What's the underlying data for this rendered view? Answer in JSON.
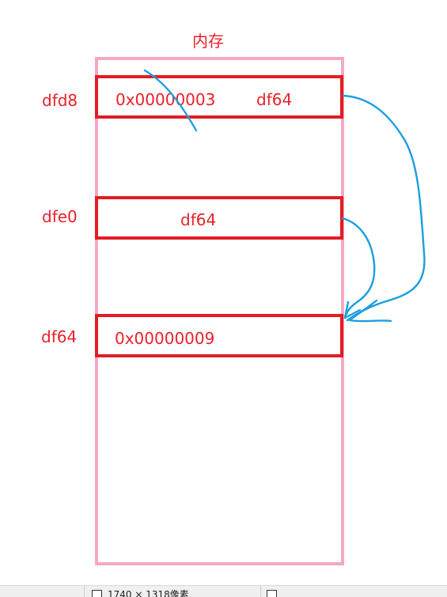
{
  "diagram": {
    "title": "内存",
    "addresses": [
      {
        "label": "dfd8"
      },
      {
        "label": "dfe0"
      },
      {
        "label": "df64"
      }
    ],
    "cells": [
      {
        "value": "0x00000003",
        "pointer": "df64"
      },
      {
        "pointer": "df64"
      },
      {
        "value": "0x00000009"
      }
    ],
    "colors": {
      "memory_border": "#f3a8c4",
      "cell_border": "#e41d25",
      "text": "#e8212a",
      "arrow": "#1a9fe0"
    }
  },
  "statusbar": {
    "dimensions_text": "1740 × 1318像素"
  }
}
